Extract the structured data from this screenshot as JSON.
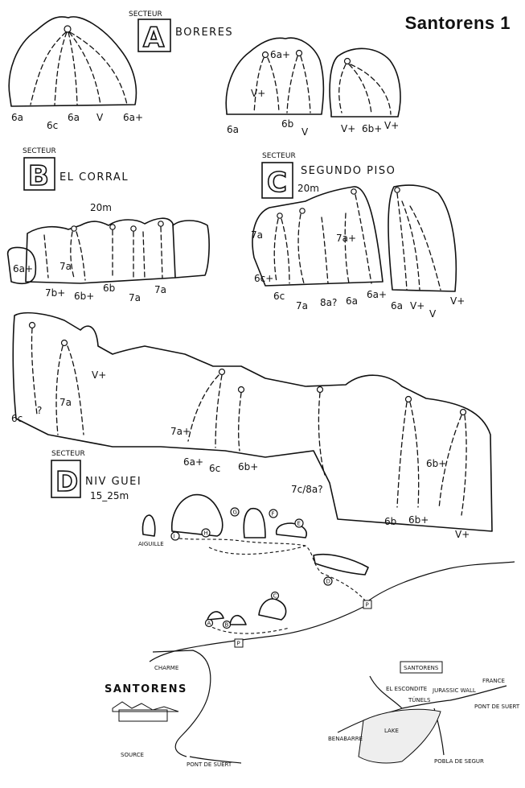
{
  "title": "Santorens 1",
  "sectors": {
    "A": {
      "secteur": "SECTEUR",
      "letter": "A",
      "name": "BORERES",
      "grades_left": [
        "6a",
        "6c",
        "6a",
        "V",
        "6a+"
      ],
      "grades_mid_top": [
        "6a+",
        "V+"
      ],
      "grades_mid": [
        "6a",
        "6b",
        "V"
      ],
      "grades_right": [
        "V+",
        "6b+",
        "V+"
      ]
    },
    "B": {
      "secteur": "SECTEUR",
      "letter": "B",
      "name": "EL CORRAL",
      "length": "20m",
      "grades": [
        "6a+",
        "7a",
        "7b+",
        "6b+",
        "6b",
        "7a",
        "7a"
      ]
    },
    "C": {
      "secteur": "SECTEUR",
      "letter": "C",
      "name": "SEGUNDO PISO",
      "length": "20m",
      "grades": [
        "7a",
        "6c+",
        "6c",
        "7a",
        "8a?",
        "7a+",
        "6a",
        "6a+",
        "6a",
        "V+",
        "V",
        "V+"
      ]
    },
    "D": {
      "secteur": "SECTEUR",
      "letter": "D",
      "name": "NIV GUEI",
      "length": "15_25m",
      "grades_left": [
        "V+",
        "6c",
        "?",
        "7a"
      ],
      "grades_mid": [
        "7a+",
        "6a+",
        "6c",
        "6b+"
      ],
      "grades_right": [
        "7c/8a?",
        "6b",
        "6b+",
        "6b+",
        "V+"
      ]
    }
  },
  "approach": {
    "labels": [
      "AIGUILLE"
    ],
    "markers": [
      "I",
      "H",
      "G",
      "F",
      "E",
      "D",
      "A",
      "B",
      "C",
      "P",
      "P"
    ]
  },
  "map": {
    "village": "SANTORENS",
    "church": "CHARME",
    "source": "SOURCE",
    "road": "PONT DE SUERT"
  },
  "regional_map": {
    "town": "SANTORENS",
    "sites": [
      "EL ESCONDITE",
      "JURASSIC WALL",
      "TÚNELS"
    ],
    "places": [
      "BENABARRE",
      "PONT DE SUERT",
      "FRANCE",
      "POBLA DE SEGUR"
    ],
    "lake": "LAKE"
  }
}
